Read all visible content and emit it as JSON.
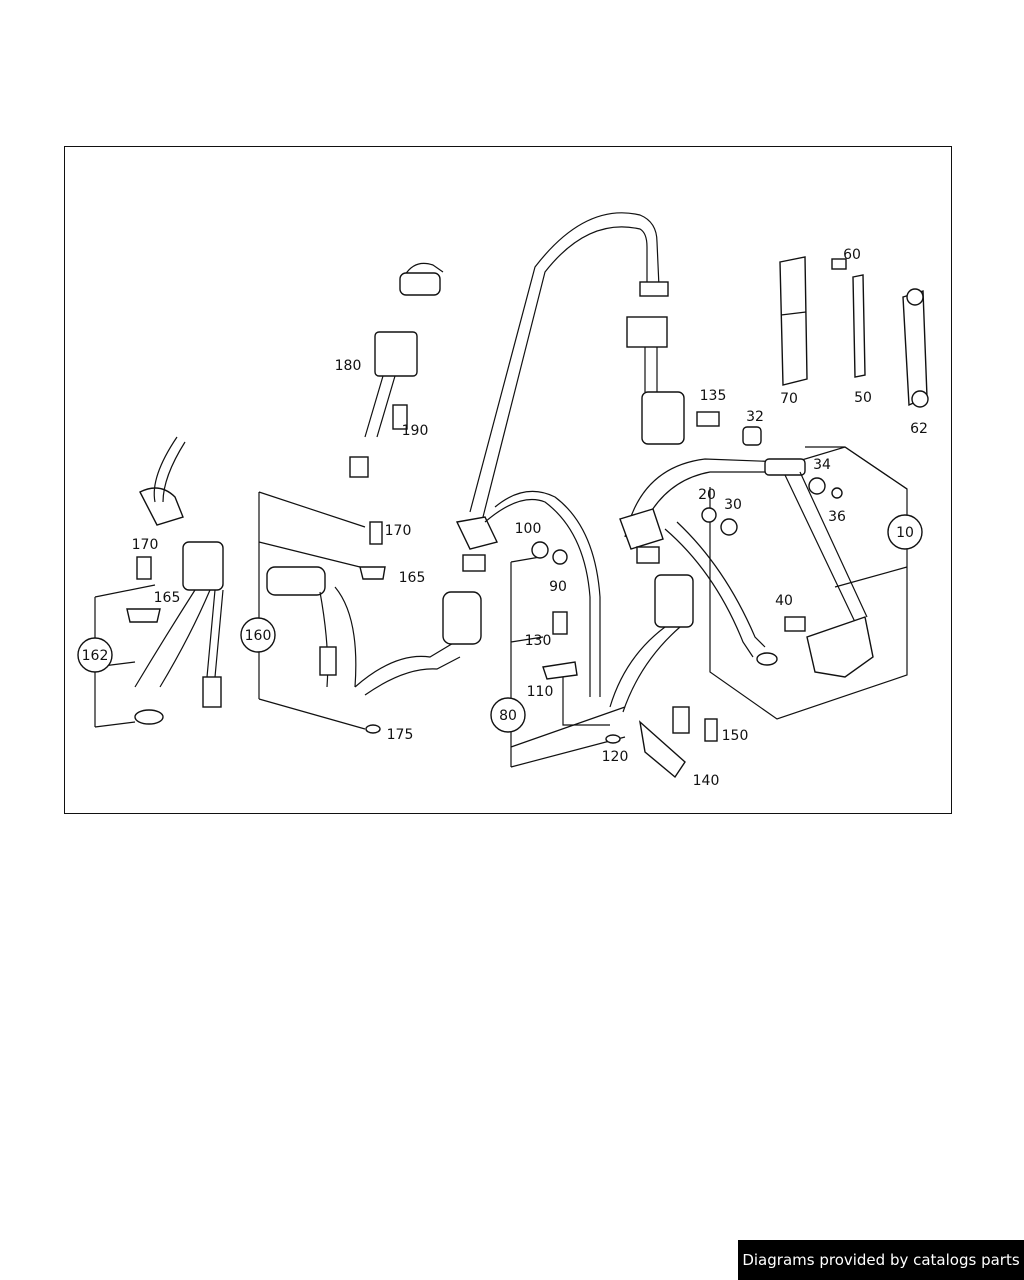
{
  "diagram": {
    "callouts": [
      {
        "id": "c10",
        "text": "10",
        "circled": true
      },
      {
        "id": "c20",
        "text": "20",
        "circled": false
      },
      {
        "id": "c30",
        "text": "30",
        "circled": false
      },
      {
        "id": "c32",
        "text": "32",
        "circled": false
      },
      {
        "id": "c34",
        "text": "34",
        "circled": false
      },
      {
        "id": "c36",
        "text": "36",
        "circled": false
      },
      {
        "id": "c40",
        "text": "40",
        "circled": false
      },
      {
        "id": "c50",
        "text": "50",
        "circled": false
      },
      {
        "id": "c60",
        "text": "60",
        "circled": false
      },
      {
        "id": "c62",
        "text": "62",
        "circled": false
      },
      {
        "id": "c70",
        "text": "70",
        "circled": false
      },
      {
        "id": "c80",
        "text": "80",
        "circled": true
      },
      {
        "id": "c90",
        "text": "90",
        "circled": false
      },
      {
        "id": "c100",
        "text": "100",
        "circled": false
      },
      {
        "id": "c110",
        "text": "110",
        "circled": false
      },
      {
        "id": "c120",
        "text": "120",
        "circled": false
      },
      {
        "id": "c130",
        "text": "130",
        "circled": false
      },
      {
        "id": "c135",
        "text": "135",
        "circled": false
      },
      {
        "id": "c140",
        "text": "140",
        "circled": false
      },
      {
        "id": "c150",
        "text": "150",
        "circled": false
      },
      {
        "id": "c160",
        "text": "160",
        "circled": true
      },
      {
        "id": "c162",
        "text": "162",
        "circled": true
      },
      {
        "id": "c165a",
        "text": "165",
        "circled": false
      },
      {
        "id": "c165b",
        "text": "165",
        "circled": false
      },
      {
        "id": "c170a",
        "text": "170",
        "circled": false
      },
      {
        "id": "c170b",
        "text": "170",
        "circled": false
      },
      {
        "id": "c175",
        "text": "175",
        "circled": false
      },
      {
        "id": "c180",
        "text": "180",
        "circled": false
      },
      {
        "id": "c190",
        "text": "190",
        "circled": false
      }
    ]
  },
  "footer": {
    "credit": "Diagrams provided by catalogs parts"
  }
}
